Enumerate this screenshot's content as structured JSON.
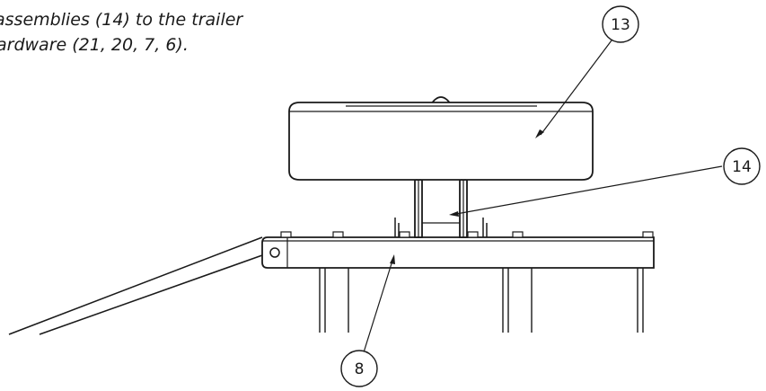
{
  "instructions": {
    "line1": "assemblies (14) to the trailer",
    "line2": "ardware (21, 20, 7, 6)."
  },
  "callouts": [
    {
      "id": "c13",
      "label": "13"
    },
    {
      "id": "c14",
      "label": "14"
    },
    {
      "id": "c8",
      "label": "8"
    }
  ],
  "colors": {
    "line": "#1a1a1a",
    "background": "#ffffff"
  }
}
